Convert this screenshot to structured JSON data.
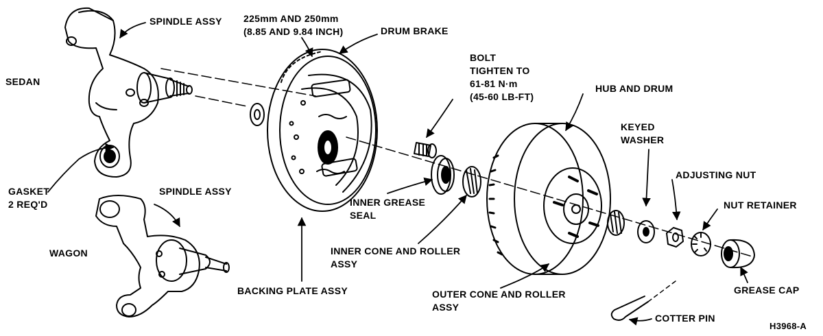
{
  "colors": {
    "ink": "#000000",
    "paper": "#ffffff"
  },
  "labels": {
    "spindle_assy_top": "SPINDLE ASSY",
    "drum_size_1": "225mm AND 250mm",
    "drum_size_2": "(8.85 AND 9.84 INCH)",
    "drum_brake": "DRUM BRAKE",
    "sedan": "SEDAN",
    "bolt": "BOLT",
    "tighten_to": "TIGHTEN TO",
    "torque_nm": "61-81 N·m",
    "torque_lbft": "(45-60 LB-FT)",
    "hub_and_drum": "HUB AND DRUM",
    "keyed_washer_1": "KEYED",
    "keyed_washer_2": "WASHER",
    "adjusting_nut": "ADJUSTING NUT",
    "nut_retainer": "NUT RETAINER",
    "gasket_1": "GASKET",
    "gasket_2": "2 REQ'D",
    "spindle_assy_wagon": "SPINDLE ASSY",
    "inner_grease_seal_1": "INNER GREASE",
    "inner_grease_seal_2": "SEAL",
    "wagon": "WAGON",
    "inner_cone_1": "INNER CONE AND ROLLER",
    "inner_cone_2": "ASSY",
    "backing_plate": "BACKING PLATE ASSY",
    "outer_cone_1": "OUTER CONE AND ROLLER",
    "outer_cone_2": "ASSY",
    "grease_cap": "GREASE CAP",
    "cotter_pin": "COTTER PIN",
    "figure_id": "H3968-A"
  }
}
